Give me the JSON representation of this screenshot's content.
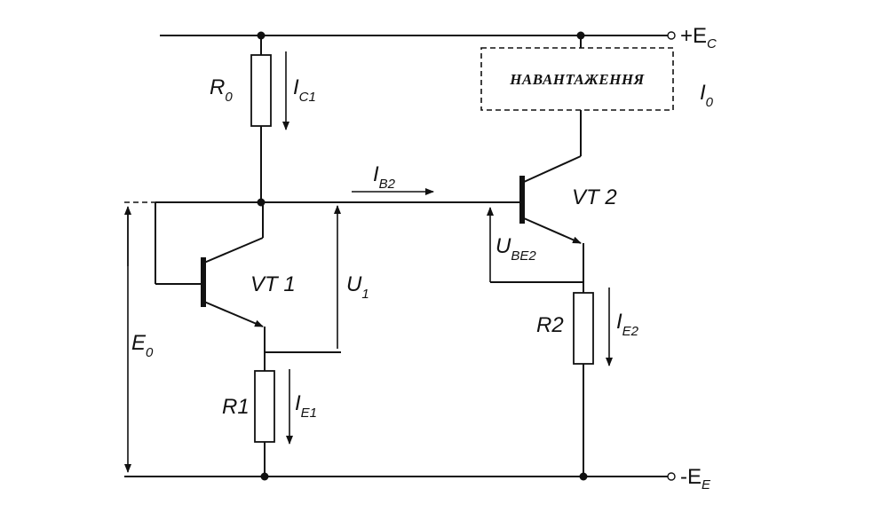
{
  "labels": {
    "ec_main": "+E",
    "ec_sub": "C",
    "ee_main": "-E",
    "ee_sub": "E",
    "load": "НАВАНТАЖЕННЯ",
    "i0_main": "I",
    "i0_sub": "0",
    "r0_main": "R",
    "r0_sub": "0",
    "ic1_main": "I",
    "ic1_sub": "C1",
    "ib2_main": "I",
    "ib2_sub": "B2",
    "vt1": "VT 1",
    "vt2": "VT 2",
    "u1_main": "U",
    "u1_sub": "1",
    "ube2_main": "U",
    "ube2_sub": "BE2",
    "e0_main": "E",
    "e0_sub": "0",
    "r1": "R1",
    "ie1_main": "I",
    "ie1_sub": "E1",
    "r2": "R2",
    "ie2_main": "I",
    "ie2_sub": "E2"
  }
}
